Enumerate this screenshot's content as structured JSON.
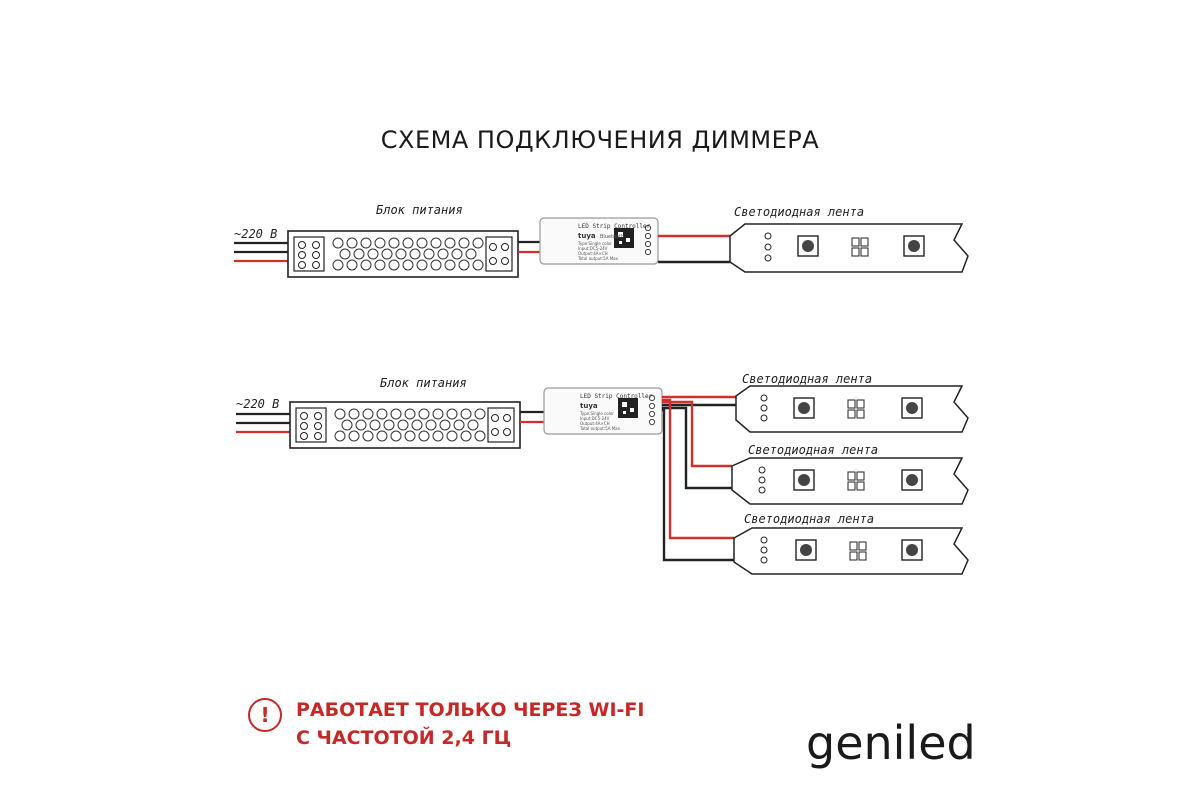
{
  "title": "СХЕМА ПОДКЛЮЧЕНИЯ ДИММЕРА",
  "schemes": [
    {
      "input_voltage": "~220 В",
      "psu_label": "Блок питания",
      "controller": {
        "title": "LED Strip Controller",
        "brand": "tuya",
        "mode": "Bluetooth",
        "specs": [
          "Type:Single color",
          "Input:DC5-24V",
          "Output:4A×CH",
          "Total output:5A Max"
        ]
      },
      "strips": [
        "Светодиодная лента"
      ]
    },
    {
      "input_voltage": "~220 В",
      "psu_label": "Блок питания",
      "controller": {
        "title": "LED Strip Controller",
        "brand": "tuya",
        "specs": [
          "Type:Single color",
          "Input:DC5-24V",
          "Output:4A×CH",
          "Total output:5A Max"
        ]
      },
      "strips": [
        "Светодиодная лента",
        "Светодиодная лента",
        "Светодиодная лента"
      ]
    }
  ],
  "warning": {
    "icon": "exclamation-icon",
    "line1": "РАБОТАЕТ ТОЛЬКО ЧЕРЕЗ WI-FI",
    "line2": "С ЧАСТОТОЙ 2,4 ГЦ"
  },
  "brand": "geniled",
  "colors": {
    "positive_wire": "#d32f2f",
    "negative_wire": "#1a1a1a",
    "warning": "#c62828"
  }
}
